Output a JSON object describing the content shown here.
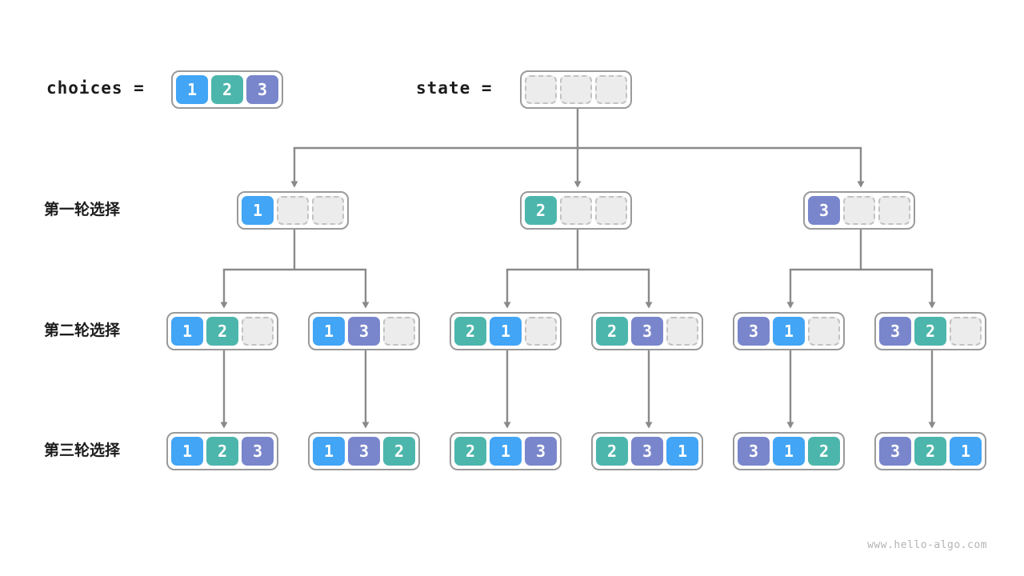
{
  "header": {
    "choices_label": "choices =",
    "state_label": "state =",
    "choices_cells": [
      "1",
      "2",
      "3"
    ],
    "state_cells": [
      "",
      "",
      ""
    ]
  },
  "rows": [
    {
      "label": "第一轮选择",
      "nodes": [
        [
          "1",
          "",
          ""
        ],
        [
          "2",
          "",
          ""
        ],
        [
          "3",
          "",
          ""
        ]
      ]
    },
    {
      "label": "第二轮选择",
      "nodes": [
        [
          "1",
          "2",
          ""
        ],
        [
          "1",
          "3",
          ""
        ],
        [
          "2",
          "1",
          ""
        ],
        [
          "2",
          "3",
          ""
        ],
        [
          "3",
          "1",
          ""
        ],
        [
          "3",
          "2",
          ""
        ]
      ]
    },
    {
      "label": "第三轮选择",
      "nodes": [
        [
          "1",
          "2",
          "3"
        ],
        [
          "1",
          "3",
          "2"
        ],
        [
          "2",
          "1",
          "3"
        ],
        [
          "2",
          "3",
          "1"
        ],
        [
          "3",
          "1",
          "2"
        ],
        [
          "3",
          "2",
          "1"
        ]
      ]
    }
  ],
  "colors": {
    "value_1": "#42A5F5",
    "value_2": "#4DB6AC",
    "value_3": "#7986CB",
    "empty_cell": "#ECECEC",
    "box_border": "#9A9A9A",
    "arrow": "#8A8A8A"
  },
  "watermark": "www.hello-algo.com"
}
